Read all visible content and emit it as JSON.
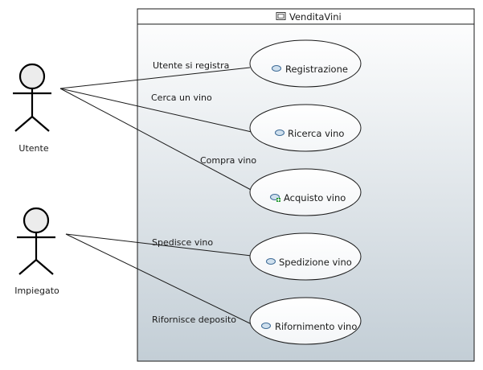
{
  "system": {
    "title": "VenditaVini",
    "icon": "package-icon"
  },
  "actors": [
    {
      "name": "Utente"
    },
    {
      "name": "Impiegato"
    }
  ],
  "use_cases": [
    {
      "label": "Registrazione",
      "icon": "use-case-icon"
    },
    {
      "label": "Ricerca vino",
      "icon": "use-case-icon"
    },
    {
      "label": "Acquisto vino",
      "icon": "use-case-plus-icon"
    },
    {
      "label": "Spedizione vino",
      "icon": "use-case-icon"
    },
    {
      "label": "Rifornimento vino",
      "icon": "use-case-icon"
    }
  ],
  "associations": [
    {
      "label": "Utente si registra"
    },
    {
      "label": "Cerca un vino"
    },
    {
      "label": "Compra vino"
    },
    {
      "label": "Spedisce vino"
    },
    {
      "label": "Rifornisce deposito"
    }
  ],
  "colors": {
    "system_gradient_top": "#ffffff",
    "system_gradient_bottom": "#c3ced6",
    "border": "#1a1a1a",
    "actor_head": "#ececec",
    "uc_icon_fill": "#cfe0ee",
    "uc_icon_stroke": "#3d6a96",
    "plus_green": "#2e9e3a"
  }
}
